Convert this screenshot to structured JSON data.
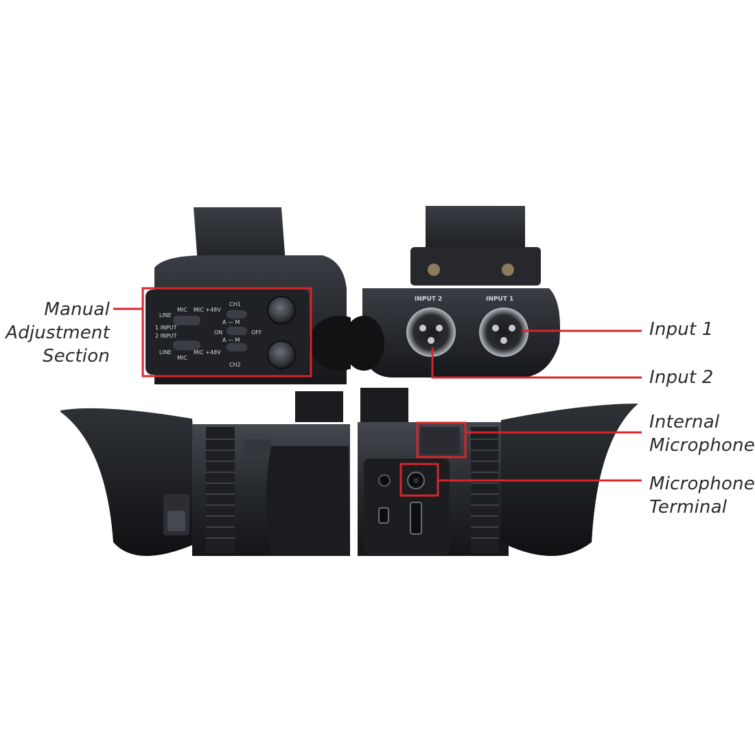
{
  "colors": {
    "accent": "#d9242b",
    "body_dark": "#1c1e22",
    "body_mid": "#2b2e33",
    "metal": "#8a8f96",
    "background": "#ffffff",
    "label_text": "#2a2a2a"
  },
  "callouts": {
    "manual": {
      "line1": "Manual",
      "line2": "Adjustment",
      "line3": "Section"
    },
    "input1": {
      "line1": "Input 1"
    },
    "input2": {
      "line1": "Input 2"
    },
    "internal_mic": {
      "line1": "Internal",
      "line2": "Microphone"
    },
    "mic_terminal": {
      "line1": "Microphone",
      "line2": "Terminal"
    }
  },
  "panel_labels": {
    "ch1": "CH1",
    "ch2": "CH2",
    "line": "LINE",
    "mic": "MIC",
    "mic48": "MIC +48V",
    "a_m": "A — M",
    "on": "ON",
    "off": "OFF",
    "input_1": "1 INPUT",
    "input_2": "2 INPUT",
    "xlr_input_1": "INPUT 1",
    "xlr_input_2": "INPUT 2"
  },
  "icons": [
    "xlr-connector-icon",
    "mic-jack-icon",
    "hdmi-port-icon",
    "usb-port-icon",
    "knob-icon"
  ]
}
